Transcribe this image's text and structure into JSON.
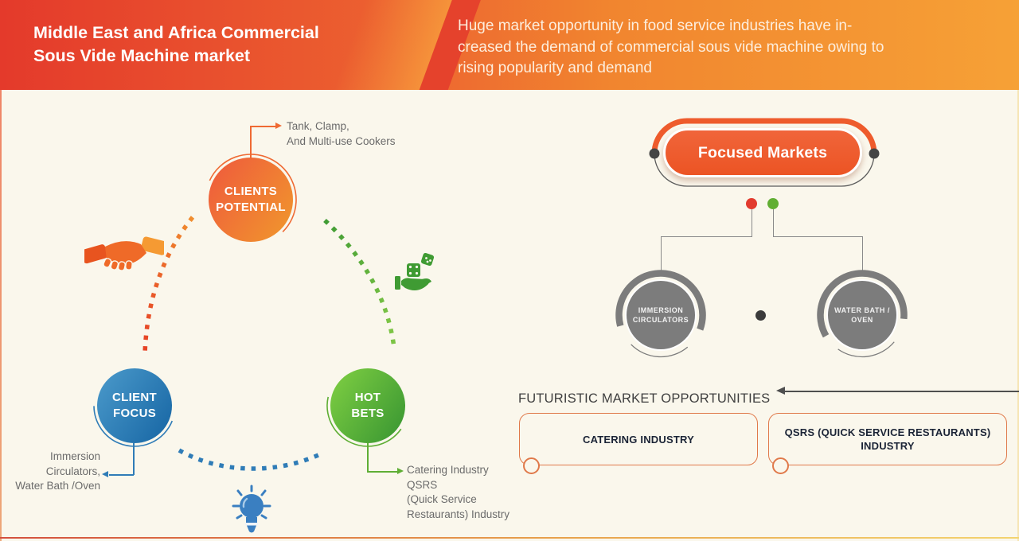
{
  "header": {
    "title": "Middle East and Africa Commercial\nSous Vide Machine market",
    "subtitle": "Huge market opportunity in food service industries have in-\ncreased the demand of commercial sous vide machine owing to\nrising popularity and demand"
  },
  "strategy": {
    "clients_potential": {
      "label": "CLIENTS\nPOTENTIAL",
      "note": "Tank, Clamp,\nAnd Multi-use Cookers"
    },
    "client_focus": {
      "label": "CLIENT\nFOCUS",
      "note": "Immersion\nCirculators,\nWater Bath /Oven"
    },
    "hot_bets": {
      "label": "HOT\nBETS",
      "note": "Catering Industry\nQSRS\n(Quick Service\nRestaurants) Industry"
    }
  },
  "focused": {
    "title": "Focused Markets",
    "items": [
      {
        "label": "IMMERSION\nCIRCULATORS"
      },
      {
        "label": "WATER BATH /\nOVEN"
      }
    ]
  },
  "futuristic": {
    "heading": "FUTURISTIC MARKET OPPORTUNITIES",
    "boxes": [
      {
        "label": "CATERING INDUSTRY"
      },
      {
        "label": "QSRS (QUICK SERVICE RESTAURANTS)\nINDUSTRY"
      }
    ]
  },
  "icons": {
    "handshake": "handshake-icon",
    "dice_hand": "dice-hand-icon",
    "lightbulb": "lightbulb-icon"
  },
  "colors": {
    "header_left": "#e43a2b",
    "header_right": "#f6a136",
    "background": "#faf7ec",
    "orange": "#ee5b2c",
    "blue": "#2f7cb7",
    "green": "#5fae35",
    "gray": "#7c7c7c",
    "red_dot": "#e23b2e",
    "green_dot": "#61ae33",
    "box_border": "#e0794a"
  }
}
